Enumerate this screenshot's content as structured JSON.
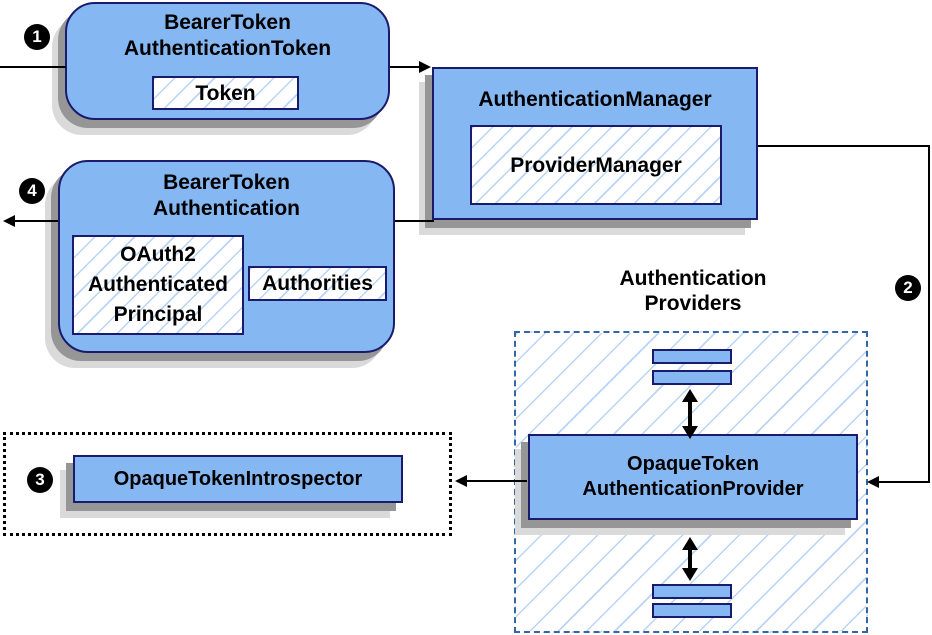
{
  "colors": {
    "node_fill": "#85b7f2",
    "node_border": "#1b1b6e",
    "hatch_line": "#b9d4f6",
    "shadow_dark": "#969696",
    "shadow_light": "#dadada",
    "providers_dashed_border": "#3465a4",
    "introspector_dotted_border": "#000000",
    "connector": "#000000",
    "badge_background": "#000000",
    "badge_text": "#ffffff"
  },
  "badges": {
    "step1": "1",
    "step2": "2",
    "step3": "3",
    "step4": "4"
  },
  "bearer_token_authentication_token": {
    "title_line1": "BearerToken",
    "title_line2": "AuthenticationToken",
    "token_label": "Token"
  },
  "authentication_manager": {
    "title": "AuthenticationManager",
    "provider_manager_label": "ProviderManager"
  },
  "bearer_token_authentication": {
    "title_line1": "BearerToken",
    "title_line2": "Authentication",
    "principal_line1": "OAuth2",
    "principal_line2": "Authenticated",
    "principal_line3": "Principal",
    "authorities_label": "Authorities"
  },
  "authentication_providers": {
    "label_line1": "Authentication",
    "label_line2": "Providers",
    "provider_title_line1": "OpaqueToken",
    "provider_title_line2": "AuthenticationProvider"
  },
  "opaque_token_introspector": {
    "label": "OpaqueTokenIntrospector"
  }
}
